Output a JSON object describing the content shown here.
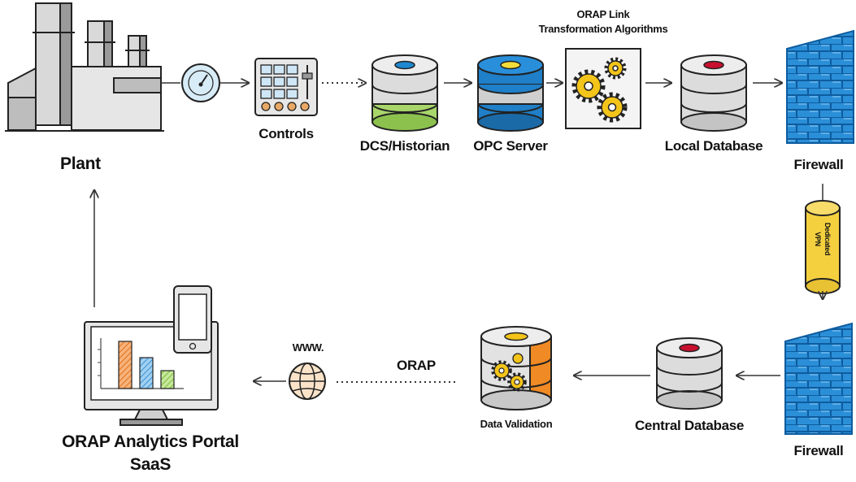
{
  "labels": {
    "plant": "Plant",
    "controls": "Controls",
    "dcs_historian": "DCS/Historian",
    "opc_server": "OPC Server",
    "orap_link_line1": "ORAP Link",
    "orap_link_line2": "Transformation Algorithms",
    "local_database": "Local Database",
    "firewall_top": "Firewall",
    "dedicated_vpn_line1": "Dedicated",
    "dedicated_vpn_line2": "VPN",
    "firewall_bottom": "Firewall",
    "central_database": "Central Database",
    "data_validation": "Data Validation",
    "orap": "ORAP",
    "www": "WWW.",
    "portal_line1": "ORAP Analytics Portal",
    "portal_line2": "SaaS"
  },
  "colors": {
    "dcs_band": "#a8d66a",
    "dcs_cap": "#1e88d0",
    "opc_band": "#1f7fc8",
    "opc_cap": "#f2dc3a",
    "local_cap": "#c8102e",
    "central_cap": "#c8102e",
    "firewall_blue": "#2b8fd8",
    "vpn_yellow": "#f4d03f",
    "gear_yellow": "#f3c419",
    "orange": "#f08a24",
    "meter_blue": "#d8ecf7"
  }
}
